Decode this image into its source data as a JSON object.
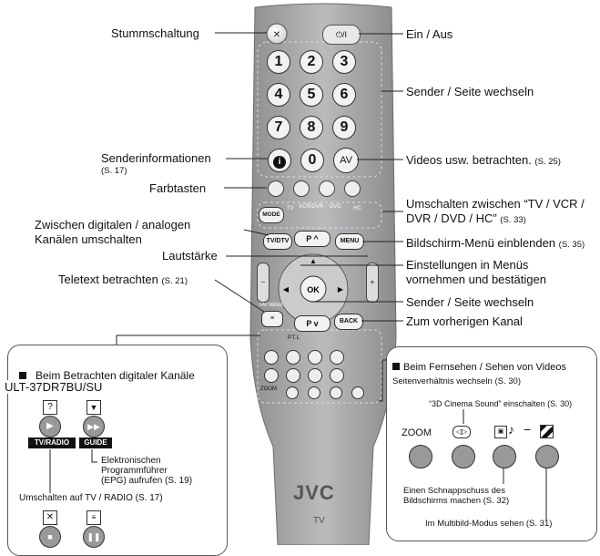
{
  "remote": {
    "brand": "JVC",
    "sub": "TV",
    "numbers": [
      "1",
      "2",
      "3",
      "4",
      "5",
      "6",
      "7",
      "8",
      "9"
    ],
    "zero": "0",
    "info": "i",
    "av": "AV",
    "power": "⏻/I",
    "mode": "MODE",
    "tv": "TV",
    "vcrdvr": "VCR/DVR",
    "dvd": "DVD",
    "hc": "HC",
    "tvdtv": "TV/DTV",
    "menu": "MENU",
    "ok": "OK",
    "back": "BACK",
    "p_up": "P",
    "p_down": "P",
    "fav_menu": "FAV MENU",
    "ptl": "P.T.L",
    "tvradio_small": "TV/RADIO",
    "guide_small": "GUIDE",
    "zoom_small": "ZOOM"
  },
  "labels": {
    "mute": "Stummschaltung",
    "power": "Ein / Aus",
    "channel_page": "Sender / Seite wechseln",
    "info": "Senderinformationen",
    "info_ref": "(S. 17)",
    "av": "Videos usw. betrachten.",
    "av_ref": "(S. 25)",
    "color": "Farbtasten",
    "mode_line1": "Umschalten zwischen “TV / VCR /",
    "mode_line2": "DVR / DVD / HC”",
    "mode_ref": "(S. 33)",
    "digital_line1": "Zwischen digitalen / analogen",
    "digital_line2": "Kanälen umschalten",
    "menu": "Bildschirm-Menü einblenden",
    "menu_ref": "(S. 35)",
    "volume": "Lautstärke",
    "settings_line1": "Einstellungen in Menüs",
    "settings_line2": "vornehmen und bestätigen",
    "teletext": "Teletext betrachten",
    "teletext_ref": "(S. 21)",
    "channel_page2": "Sender / Seite wechseln",
    "back": "Zum vorherigen Kanal"
  },
  "left_panel": {
    "title": "Beim Betrachten digitaler Kanäle",
    "model": "ULT-37DR7BU/SU",
    "tvradio": "TV/RADIO",
    "guide": "GUIDE",
    "epg_line1": "Elektronischen Programmführer",
    "epg_line2": "(EPG) aufrufen (S. 19)",
    "tvradio_desc": "Umschalten auf TV / RADIO (S. 17)"
  },
  "right_panel": {
    "title": "Beim Fernsehen / Sehen von Videos",
    "aspect": "Seitenverhältnis wechseln (S. 30)",
    "cinema": "“3D Cinema Sound” einschalten (S. 30)",
    "zoom": "ZOOM",
    "snapshot_line1": "Einen Schnappschuss des",
    "snapshot_line2": "Bildschirms machen (S. 32)",
    "multi": "Im Multibild-Modus sehen (S. 31)"
  }
}
